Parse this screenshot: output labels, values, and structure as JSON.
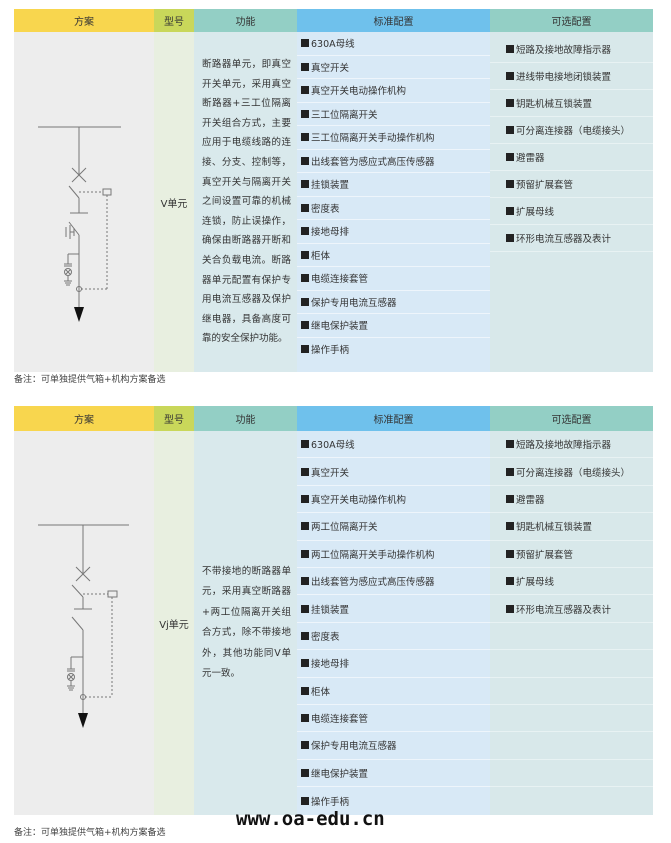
{
  "headers": {
    "scheme": "方案",
    "model": "型号",
    "function": "功能",
    "standard": "标准配置",
    "optional": "可选配置"
  },
  "tables": [
    {
      "model": "V单元",
      "function": "断路器单元，即真空开关单元，采用真空断路器+三工位隔离开关组合方式，主要应用于电缆线路的连接、分支、控制等，真空开关与隔离开关之间设置可靠的机械连锁，防止误操作，确保由断路器开断和关合负载电流。断路器单元配置有保护专用电流互感器及保护继电器，具备高度可靠的安全保护功能。",
      "standard": [
        "630A母线",
        "真空开关",
        "真空开关电动操作机构",
        "三工位隔离开关",
        "三工位隔离开关手动操作机构",
        "出线套管为感应式高压传感器",
        "挂锁装置",
        "密度表",
        "接地母排",
        "柜体",
        "电缆连接套管",
        "保护专用电流互感器",
        "继电保护装置",
        "操作手柄"
      ],
      "optional": [
        "短路及接地故障指示器",
        "进线带电接地闭锁装置",
        "钥匙机械互锁装置",
        "可分离连接器（电缆接头）",
        "避雷器",
        "预留扩展套管",
        "扩展母线",
        "环形电流互感器及表计"
      ],
      "note": "备注：可单独提供气箱+机构方案备选"
    },
    {
      "model": "Vj单元",
      "function": "不带接地的断路器单元，采用真空断路器+两工位隔离开关组合方式，除不带接地外，其他功能同V单元一致。",
      "standard": [
        "630A母线",
        "真空开关",
        "真空开关电动操作机构",
        "两工位隔离开关",
        "两工位隔离开关手动操作机构",
        "出线套管为感应式高压传感器",
        "挂锁装置",
        "密度表",
        "接地母排",
        "柜体",
        "电缆连接套管",
        "保护专用电流互感器",
        "继电保护装置",
        "操作手柄"
      ],
      "optional": [
        "短路及接地故障指示器",
        "可分离连接器（电缆接头）",
        "避雷器",
        "钥匙机械互锁装置",
        "预留扩展套管",
        "扩展母线",
        "环形电流互感器及表计"
      ],
      "note": "备注：可单独提供气箱+机构方案备选"
    }
  ],
  "watermark": "www.oa-edu.cn",
  "colors": {
    "scheme_header": "#f8d64e",
    "model_header": "#c9d75a",
    "function_header": "#93cfc5",
    "standard_header": "#6fc1ec",
    "optional_header": "#93cfc5"
  }
}
